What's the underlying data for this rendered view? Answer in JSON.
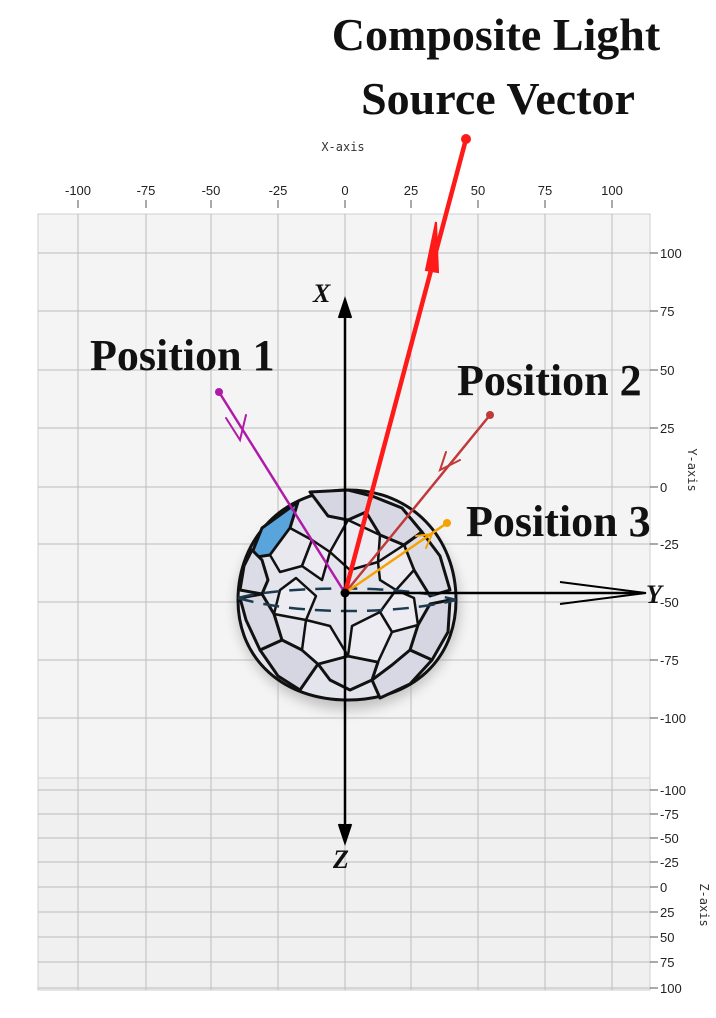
{
  "title": {
    "line1": "Composite Light",
    "line2": "Source Vector"
  },
  "axes": {
    "x_axis_name": "X-axis",
    "y_axis_name": "Y-axis",
    "z_axis_name": "Z-axis",
    "top_ticks": [
      "-100",
      "-75",
      "-50",
      "-25",
      "0",
      "25",
      "50",
      "75",
      "100"
    ],
    "y_ticks": [
      "100",
      "75",
      "50",
      "25",
      "0",
      "-25",
      "-50",
      "-75",
      "-100"
    ],
    "z_ticks": [
      "-100",
      "-75",
      "-50",
      "-25",
      "0",
      "25",
      "50",
      "75",
      "100"
    ]
  },
  "axis_letters": {
    "x": "X",
    "y": "Y",
    "z": "Z"
  },
  "labels": {
    "position1": "Position 1",
    "position2": "Position 2",
    "position3": "Position 3"
  },
  "colors": {
    "composite": "#ff1a1a",
    "position1": "#b01aa8",
    "position2": "#c0393b",
    "position3": "#f5a300",
    "highlight_face": "#5aa4dc",
    "face": "#dcdce6",
    "grid": "#bdbdbd"
  }
}
